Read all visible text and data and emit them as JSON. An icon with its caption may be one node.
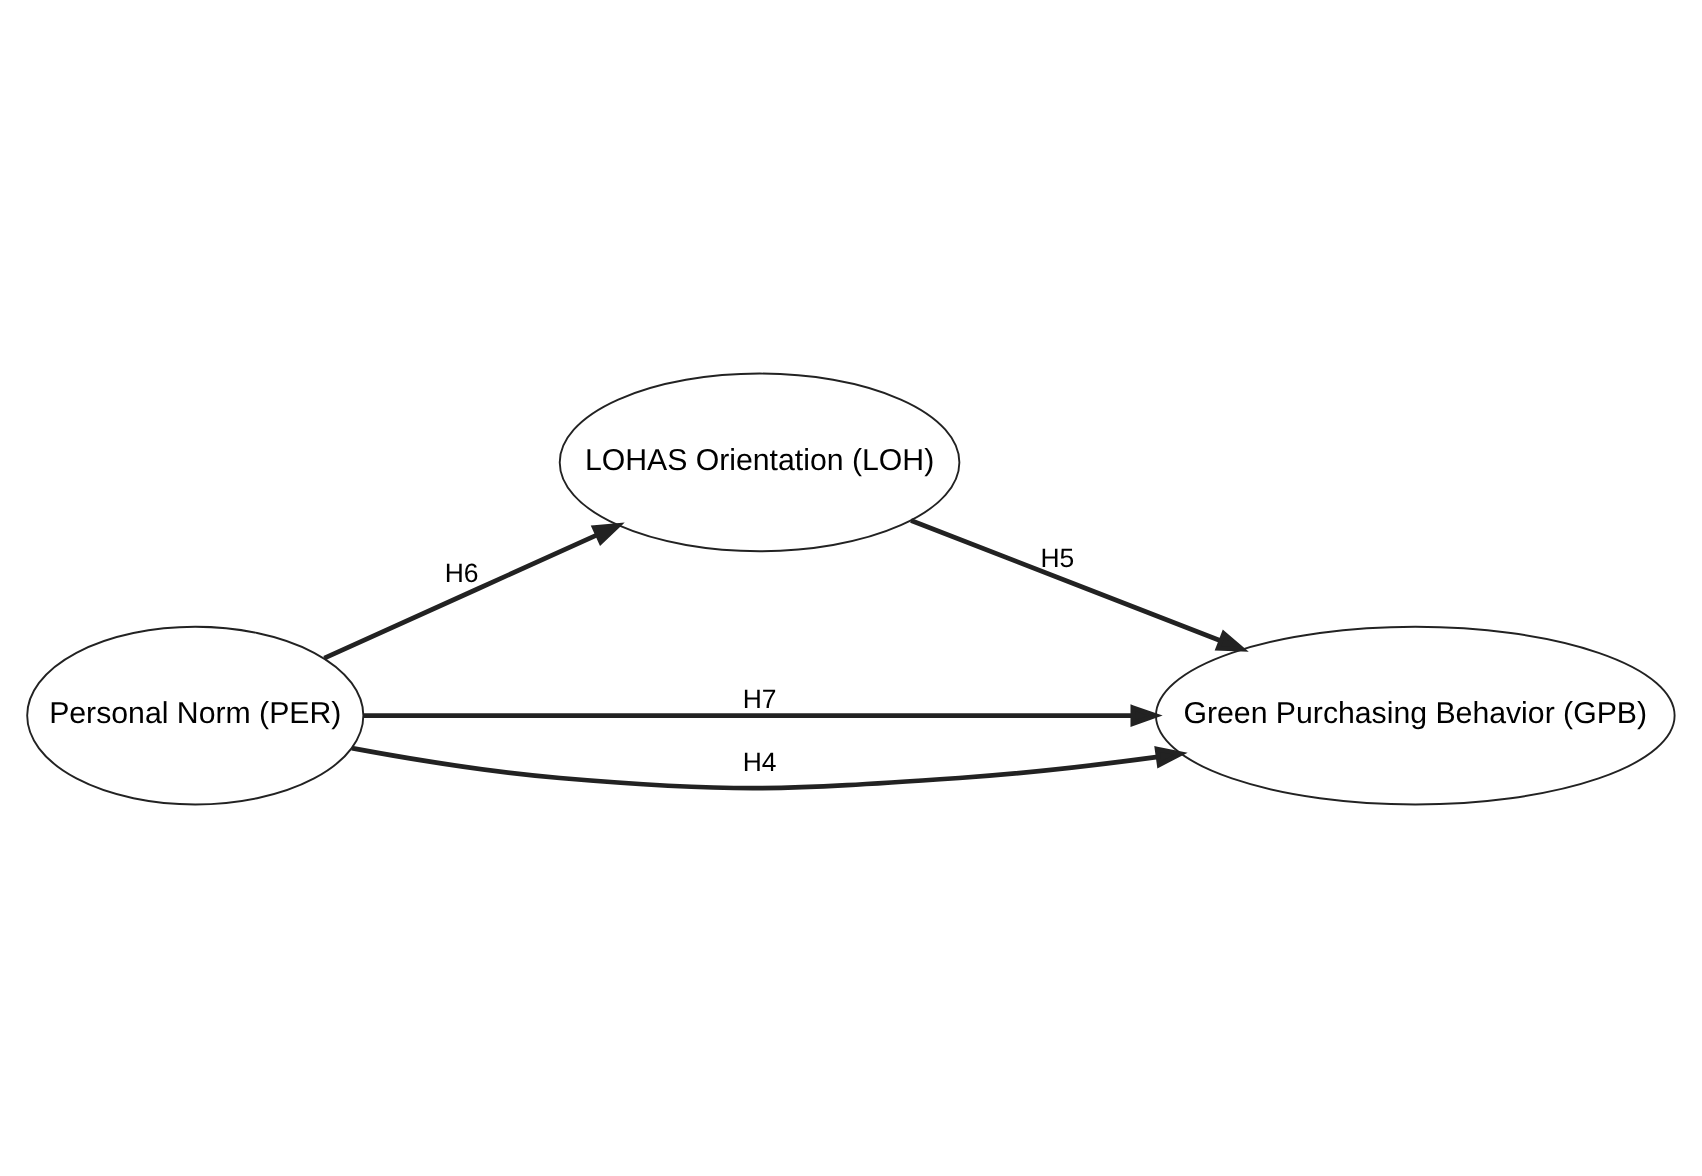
{
  "diagram": {
    "nodes": [
      {
        "text": [
          "LOHAS Orientation (LOH)"
        ]
      },
      {
        "text": [
          "Personal Norm (PER)"
        ]
      },
      {
        "text": [
          "Green Purchasing Behavior (GPB)"
        ]
      }
    ],
    "edges": [
      {
        "from": 1,
        "to": 2,
        "arrow": "to",
        "label": "H7"
      },
      {
        "from": 1,
        "to": 0,
        "arrow": "to",
        "label": "H6"
      },
      {
        "from": 0,
        "to": 2,
        "arrow": "to",
        "label": "H5"
      },
      {
        "from": 1,
        "to": 2,
        "arrow": "to",
        "label": "H4"
      }
    ]
  }
}
